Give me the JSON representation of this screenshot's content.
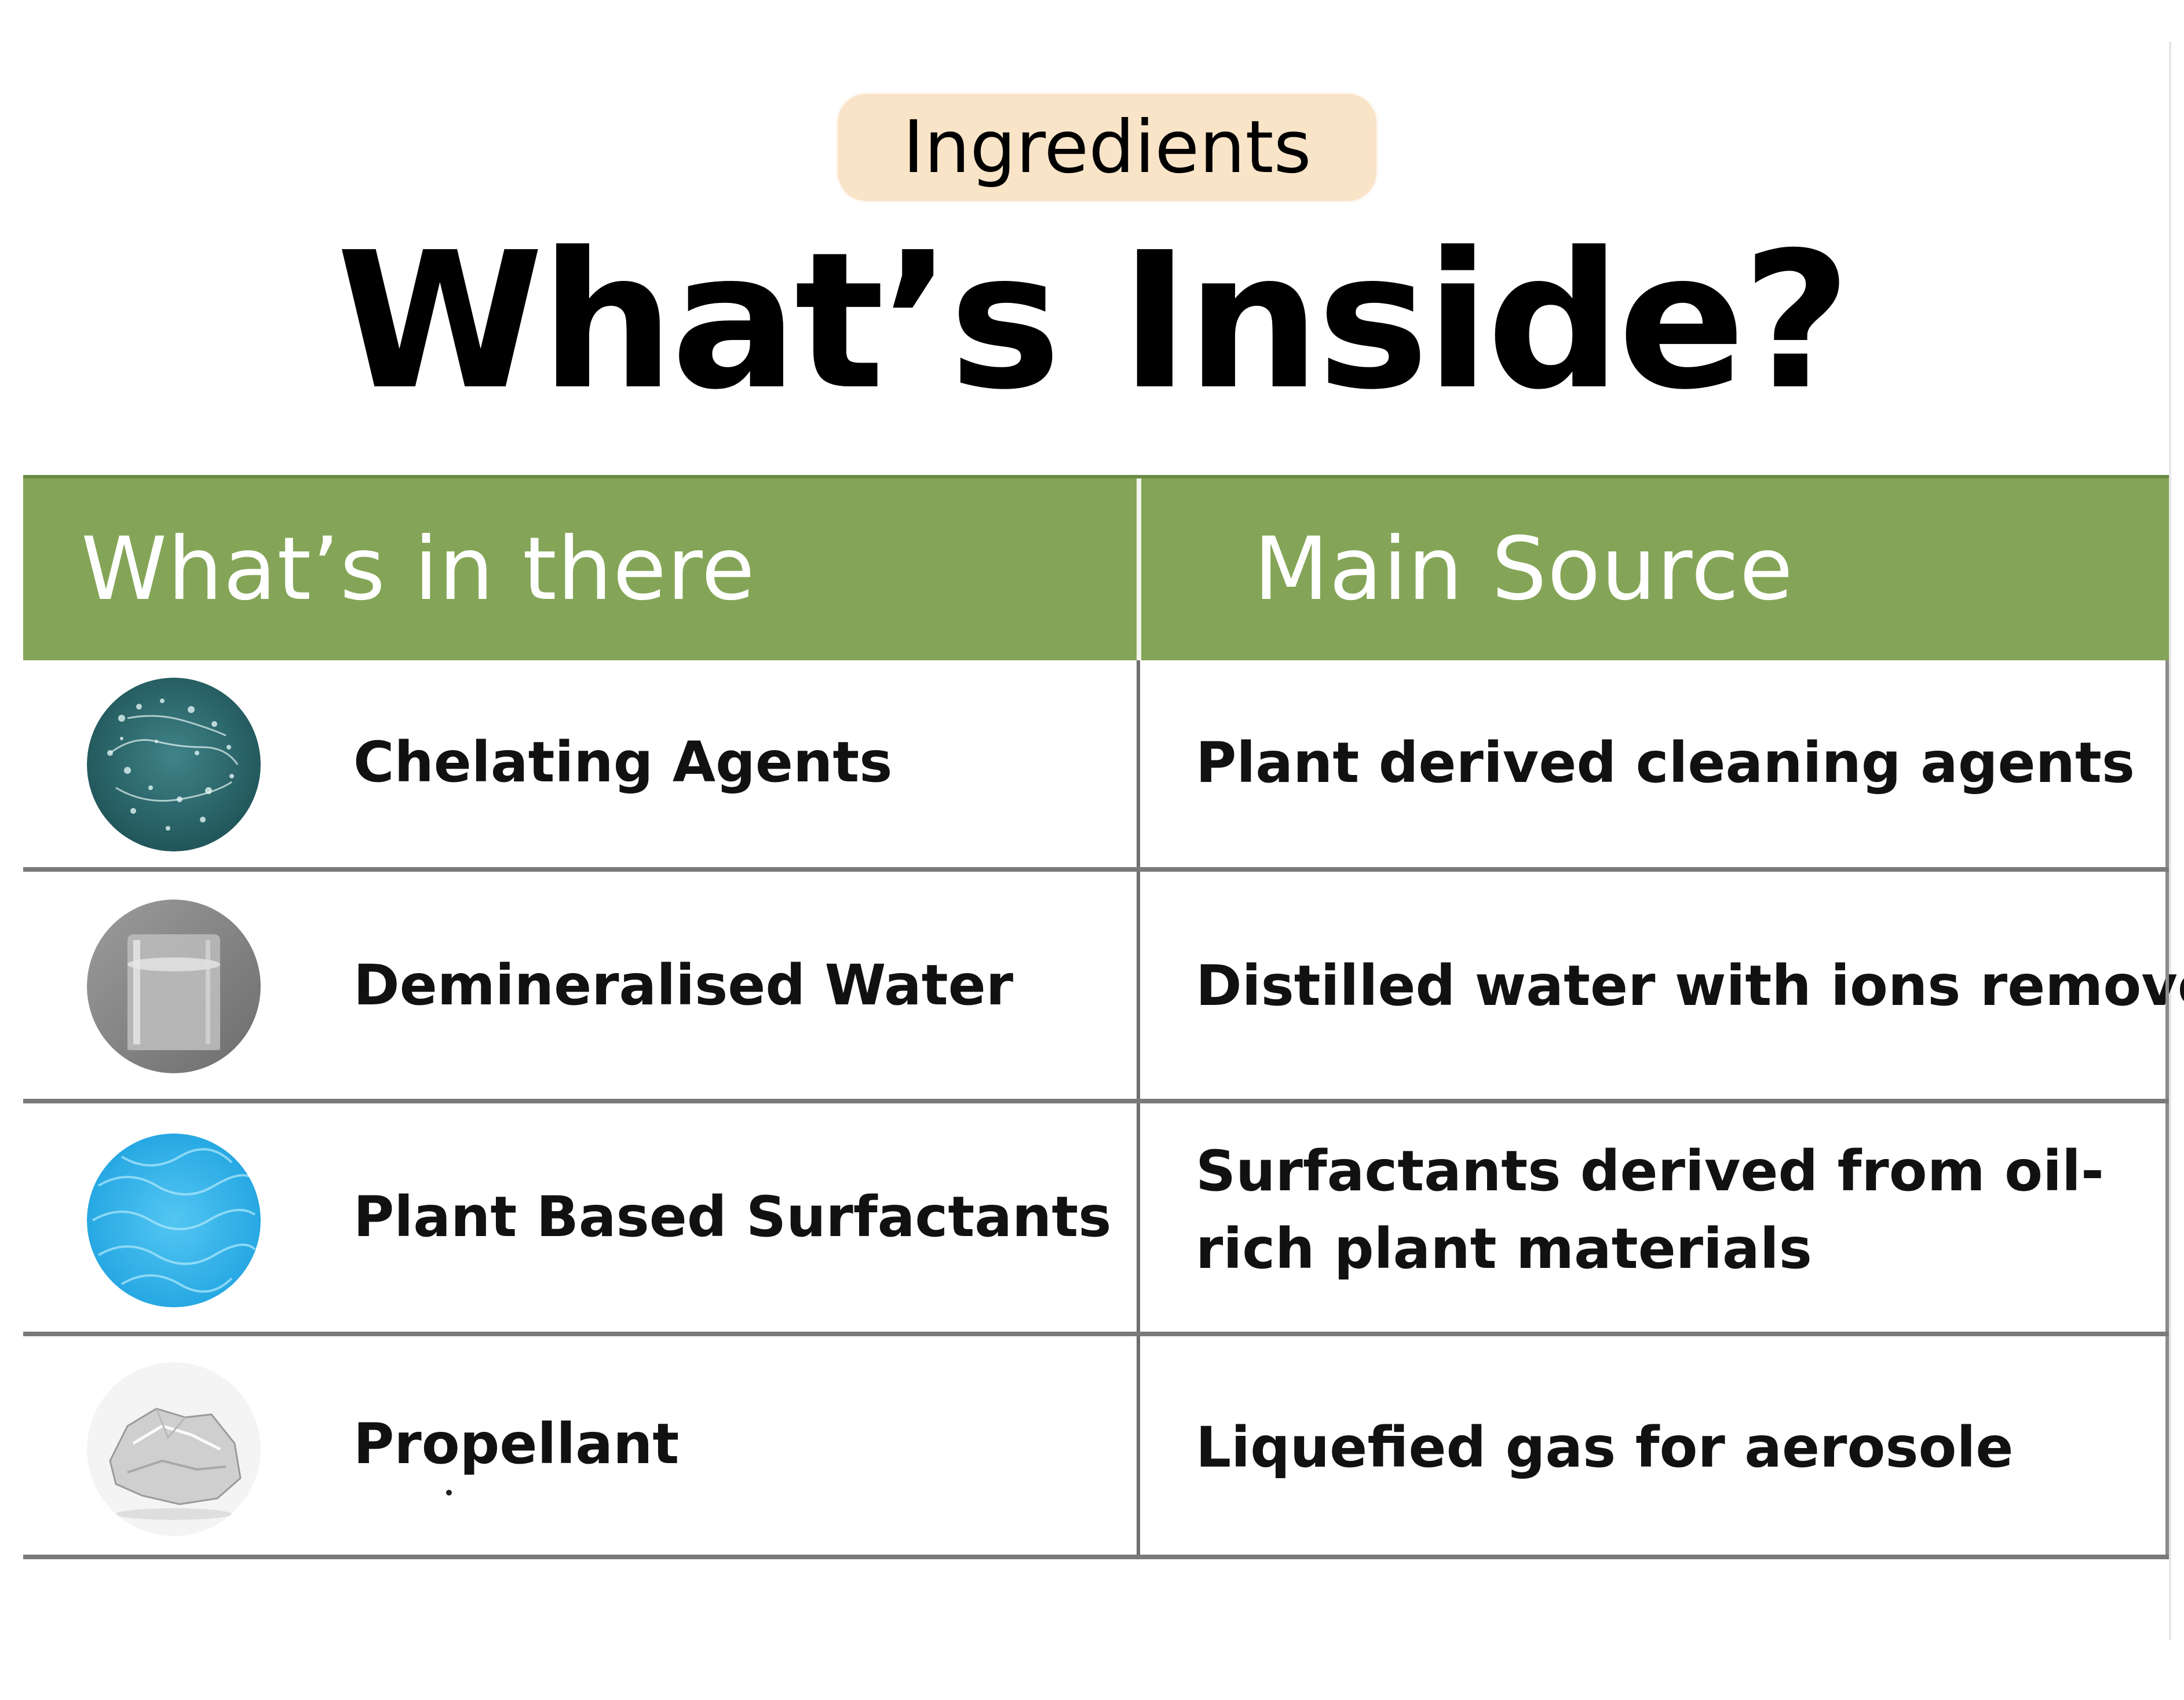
{
  "badge": {
    "label": "Ingredients",
    "color": "#fae4c8"
  },
  "heading": {
    "title": "What’s Inside?"
  },
  "table": {
    "header_color": "#84a557",
    "columns": [
      "What’s in there",
      "Main Source"
    ],
    "rows": [
      {
        "ingredient": "Chelating Agents",
        "source": "Plant derived cleaning agents",
        "icon": "chelating-agents-thumbnail"
      },
      {
        "ingredient": "Demineralised Water",
        "source": "Distilled water with ions removed",
        "icon": "water-glass-thumbnail"
      },
      {
        "ingredient": "Plant Based Surfactants",
        "source": "Surfactants derived from oil-rich plant materials",
        "icon": "blue-water-thumbnail"
      },
      {
        "ingredient": "Propellant",
        "source": "Liquefied gas for aerosole",
        "icon": "ice-crystal-thumbnail"
      }
    ]
  }
}
